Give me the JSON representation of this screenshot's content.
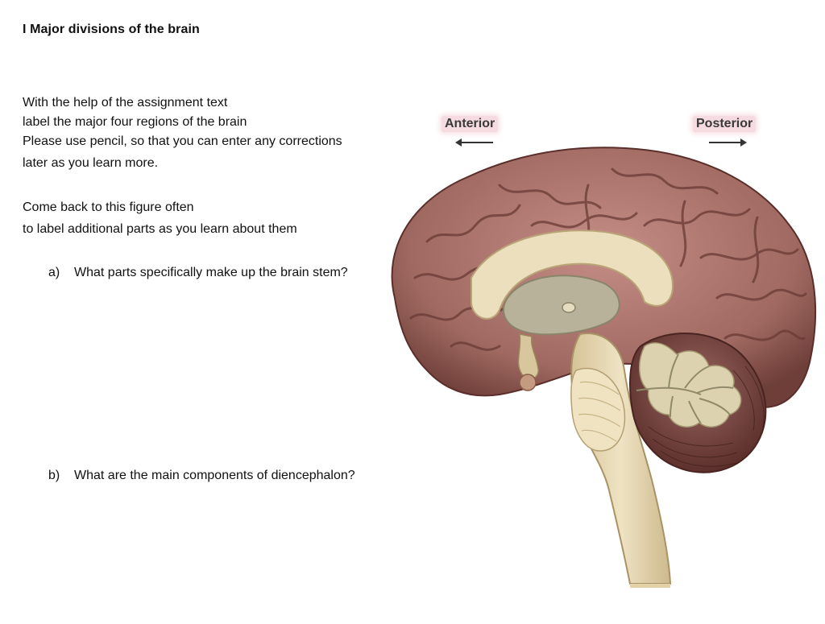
{
  "heading": "I Major divisions of the brain",
  "instructions": [
    "With the help of the assignment text",
    "label the major four regions of the brain",
    "Please use pencil, so that you can enter any corrections",
    "later as you learn more."
  ],
  "revisit": [
    "Come back to this figure often",
    "to label additional parts as you learn about them"
  ],
  "questions": [
    {
      "marker": "a)",
      "text": "What parts specifically make up the brain stem?"
    },
    {
      "marker": "b)",
      "text": "What are the main components of diencephalon?"
    }
  ],
  "figure": {
    "anterior_label": "Anterior",
    "posterior_label": "Posterior",
    "colors": {
      "cortex": "#a8726a",
      "cortex_shadow": "#6e3e38",
      "white_matter": "#e9dcb8",
      "cerebellum": "#7c4a45",
      "brainstem": "#e3d2a8"
    }
  }
}
